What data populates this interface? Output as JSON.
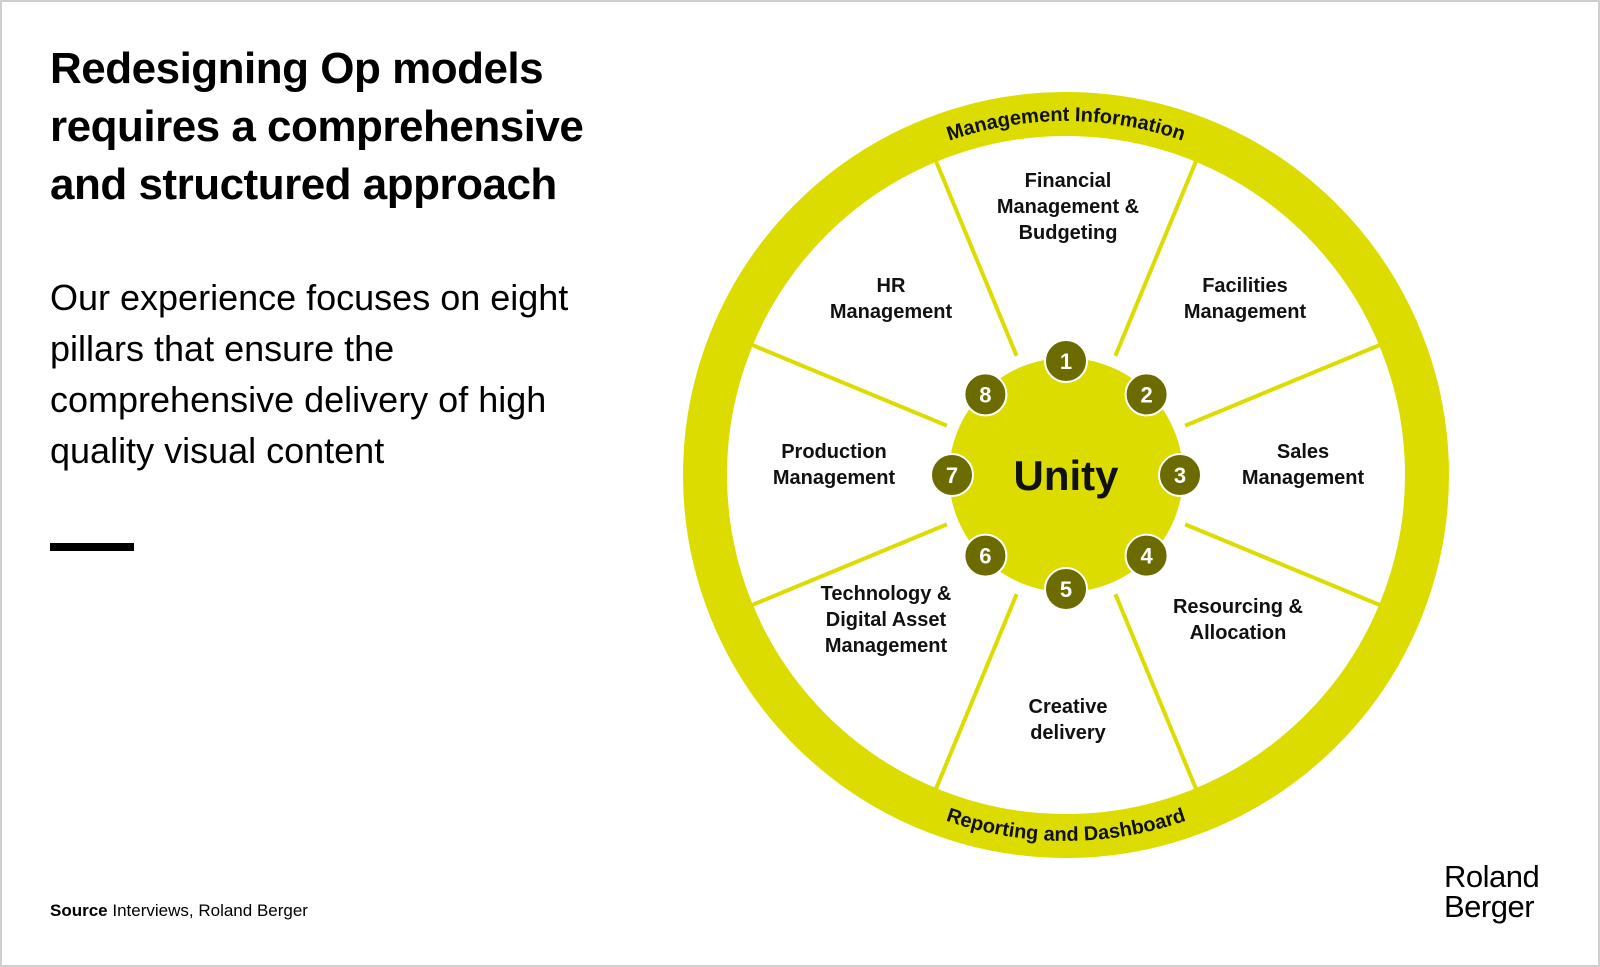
{
  "header": {
    "title": "Redesigning Op models requires a comprehensive and structured approach",
    "subtitle": "Our experience focuses on eight pillars that ensure the comprehensive delivery of high quality visual content"
  },
  "footer": {
    "source_label": "Source",
    "source_text": "Interviews, Roland Berger",
    "logo_line1": "Roland",
    "logo_line2": "Berger"
  },
  "wheel": {
    "center_label": "Unity",
    "outer_top_label": "Management Information",
    "outer_bottom_label": "Reporting and Dashboard",
    "pillars": [
      {
        "number": "1",
        "lines": [
          "Financial",
          "Management &",
          "Budgeting"
        ]
      },
      {
        "number": "2",
        "lines": [
          "Facilities",
          "Management"
        ]
      },
      {
        "number": "3",
        "lines": [
          "Sales",
          "Management"
        ]
      },
      {
        "number": "4",
        "lines": [
          "Resourcing &",
          "Allocation"
        ]
      },
      {
        "number": "5",
        "lines": [
          "Creative",
          "delivery"
        ]
      },
      {
        "number": "6",
        "lines": [
          "Technology &",
          "Digital Asset",
          "Management"
        ]
      },
      {
        "number": "7",
        "lines": [
          "Production",
          "Management"
        ]
      },
      {
        "number": "8",
        "lines": [
          "HR",
          "Management"
        ]
      }
    ]
  },
  "colors": {
    "accent": "#DCDC00",
    "badge": "#6B6B00",
    "text": "#000000"
  }
}
